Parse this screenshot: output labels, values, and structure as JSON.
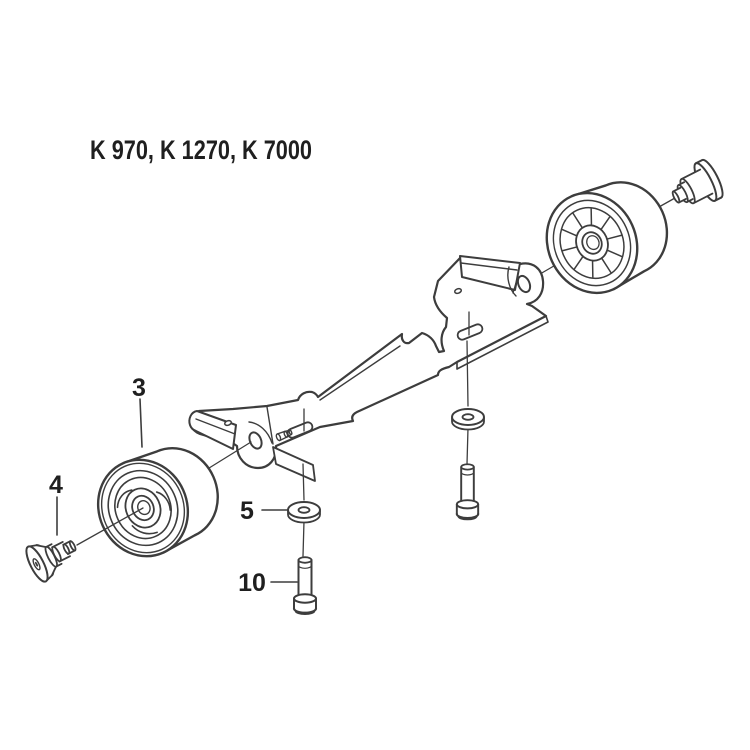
{
  "page": {
    "background": "#ffffff"
  },
  "diagram": {
    "title": "K 970, K 1270, K 7000",
    "line_color": "#3d3d3d",
    "text_color": "#1f1f1f",
    "callouts": [
      {
        "id": "3"
      },
      {
        "id": "4"
      },
      {
        "id": "5"
      },
      {
        "id": "10"
      }
    ]
  }
}
